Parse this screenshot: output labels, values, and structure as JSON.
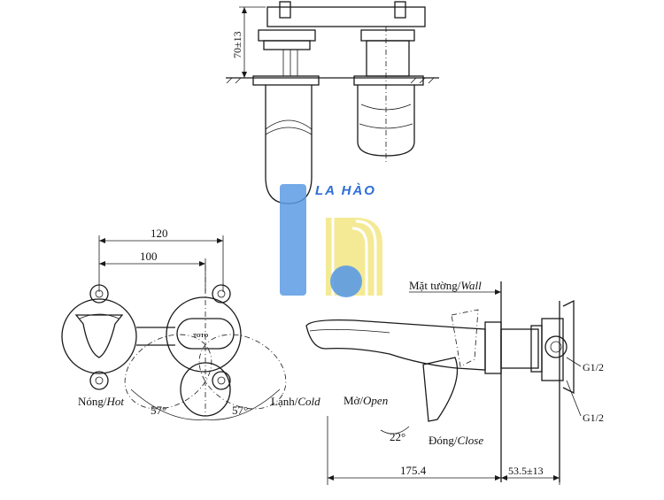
{
  "logo": {
    "brand_text": "LA HÀO",
    "colors": {
      "blue": "#5b9be3",
      "yellow": "#f3e88a",
      "text": "#2d6fd6"
    }
  },
  "top_view": {
    "height_dim": "70±13"
  },
  "front_view": {
    "width_outer": "120",
    "width_inner": "100",
    "hot_label": "Nóng/",
    "hot_label_en": "Hot",
    "cold_label": "Lạnh/",
    "cold_label_en": "Cold",
    "angle_left": "57°",
    "angle_right": "57°",
    "brand_mark": "TOTO"
  },
  "side_view": {
    "wall_label": "Mặt tường/",
    "wall_label_en": "Wall",
    "open_label": "Mở/",
    "open_label_en": "Open",
    "close_label": "Đóng/",
    "close_label_en": "Close",
    "angle": "22°",
    "thread_upper": "G1/2",
    "thread_lower": "G1/2",
    "spout_length": "175.4",
    "wall_depth": "53.5±13"
  }
}
